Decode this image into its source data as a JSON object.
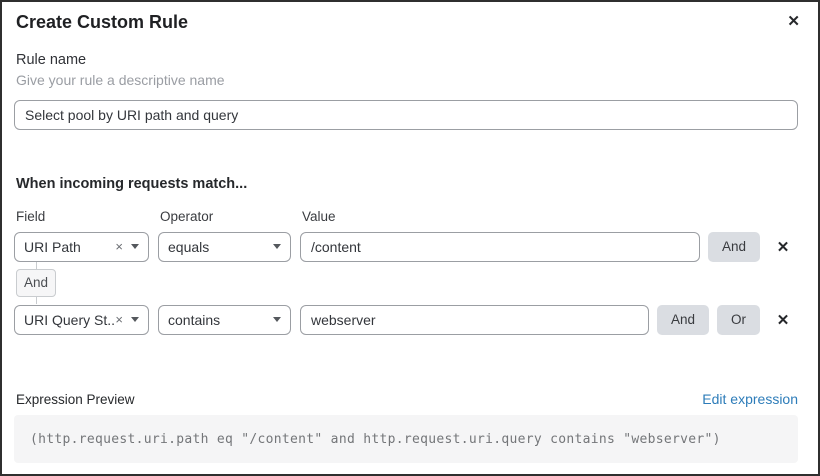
{
  "dialog": {
    "title": "Create Custom Rule"
  },
  "icons": {
    "close": "✕",
    "clear": "×",
    "remove": "✕"
  },
  "rule_name": {
    "label": "Rule name",
    "hint": "Give your rule a descriptive name",
    "value": "Select pool by URI path and query"
  },
  "match_section": {
    "heading": "When incoming requests match...",
    "columns": {
      "field": "Field",
      "operator": "Operator",
      "value": "Value"
    },
    "rows": [
      {
        "field": "URI Path",
        "operator": "equals",
        "value": "/content",
        "buttons": [
          "And"
        ]
      },
      {
        "field": "URI Query St...",
        "operator": "contains",
        "value": "webserver",
        "buttons": [
          "And",
          "Or"
        ]
      }
    ],
    "connector": "And"
  },
  "expression": {
    "label": "Expression Preview",
    "edit_link": "Edit expression",
    "code": "(http.request.uri.path eq \"/content\" and http.request.uri.query contains \"webserver\")"
  },
  "colors": {
    "link_blue": "#2d7cb9",
    "button_gray": "#dadde2",
    "code_box_gray": "#f5f5f6",
    "border_gray": "#9b9ea3",
    "text_dark": "#26282b",
    "hint_gray": "#9a9da3"
  }
}
